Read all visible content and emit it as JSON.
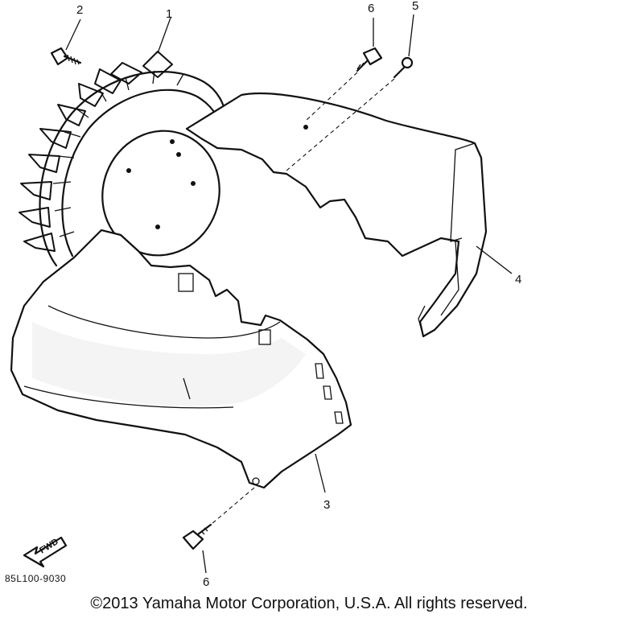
{
  "callouts": {
    "c1": "1",
    "c2": "2",
    "c3": "3",
    "c4": "4",
    "c5": "5",
    "c6a": "6",
    "c6b": "6"
  },
  "arrow_label": "FWD",
  "diagram_code": "85L100-9030",
  "copyright": "©2013 Yamaha Motor Corporation, U.S.A. All rights reserved."
}
